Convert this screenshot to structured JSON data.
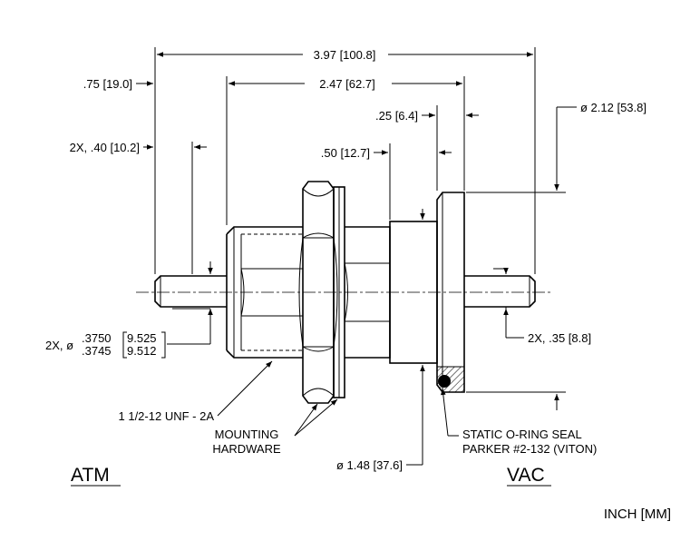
{
  "dimensions": {
    "overall_length": "3.97 [100.8]",
    "body_length": "2.47 [62.7]",
    "atm_offset": ".75 [19.0]",
    "atm_tube_length": "2X, .40 [10.2]",
    "flange_thickness": ".25 [6.4]",
    "flange_diameter": "ø 2.12 [53.8]",
    "collar_length": ".50 [12.7]",
    "tube_diameter_prefix": "2X, ø",
    "tube_diameter_inch_max": ".3750",
    "tube_diameter_inch_min": ".3745",
    "tube_diameter_mm_max": "9.525",
    "tube_diameter_mm_min": "9.512",
    "vac_tube_length": "2X, .35 [8.8]",
    "oring_groove_diameter": "ø 1.48 [37.6]"
  },
  "callouts": {
    "thread": "1 1/2-12 UNF - 2A",
    "hardware_line1": "MOUNTING",
    "hardware_line2": "HARDWARE",
    "seal_line1": "STATIC O-RING SEAL",
    "seal_line2": "PARKER #2-132 (VITON)"
  },
  "sides": {
    "atm": "ATM",
    "vac": "VAC"
  },
  "units": "INCH [MM]"
}
